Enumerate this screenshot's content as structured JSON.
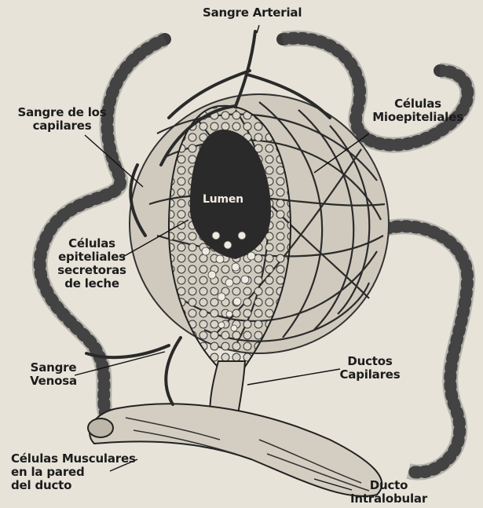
{
  "labels": {
    "sangre_arterial": "Sangre Arterial",
    "sangre_capilares_1": "Sangre de los",
    "sangre_capilares_2": "capilares",
    "celulas_mioepiteliales_1": "Células",
    "celulas_mioepiteliales_2": "Mioepiteliales",
    "lumen": "Lumen",
    "celulas_epiteliales_1": "Células",
    "celulas_epiteliales_2": "epiteliales",
    "celulas_epiteliales_3": "secretoras",
    "celulas_epiteliales_4": "de leche",
    "ductos_capilares_1": "Ductos",
    "ductos_capilares_2": "Capilares",
    "sangre_venosa_1": "Sangre",
    "sangre_venosa_2": "Venosa",
    "celulas_musculares_1": "Células Musculares",
    "celulas_musculares_2": "en la pared",
    "celulas_musculares_3": "del ducto",
    "ducto_intralobular_1": "Ducto",
    "ducto_intralobular_2": "Intralobular"
  },
  "colors": {
    "paper": "#e7e3d9",
    "ink": "#1c1c1c",
    "lumen": "#2a2a2a"
  }
}
